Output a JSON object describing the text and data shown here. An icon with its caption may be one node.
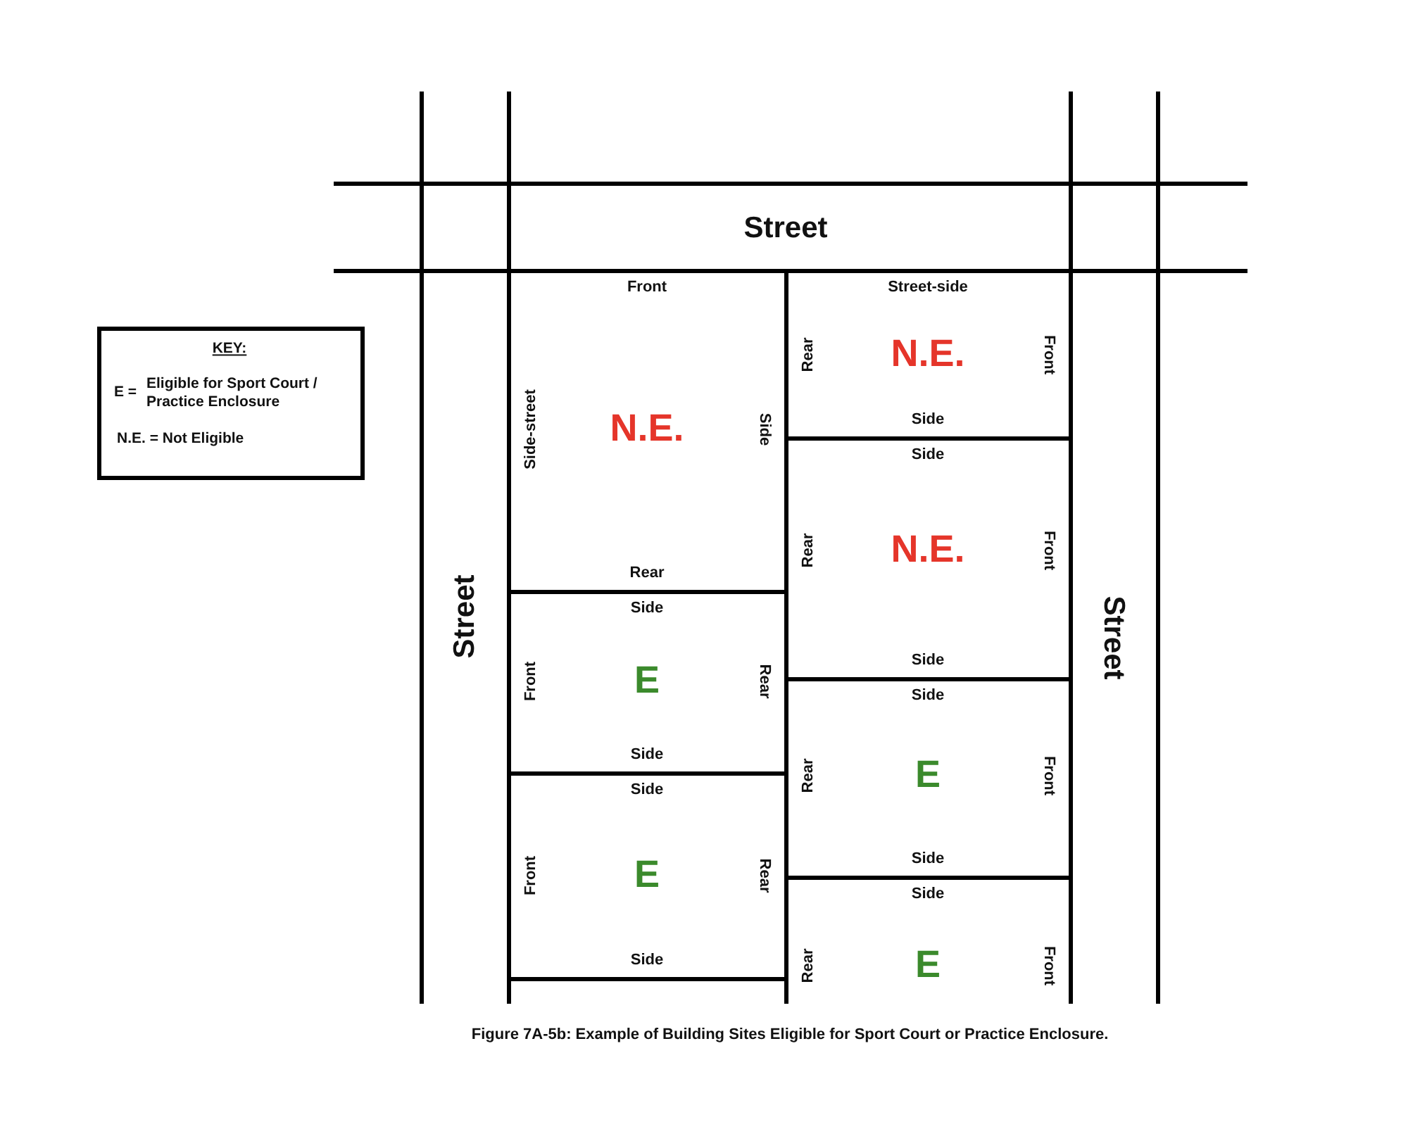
{
  "diagram": {
    "caption": "Figure 7A-5b: Example of Building Sites Eligible for Sport Court or Practice Enclosure.",
    "nodes": [
      {
        "text": [
          "Street"
        ]
      },
      {
        "text": [
          "KEY:",
          "E =",
          "Eligible for Sport Court / Practice Enclosure",
          "N.E. = Not Eligible"
        ]
      },
      {
        "text": [
          "Street"
        ]
      },
      {
        "text": [
          "Front",
          "Side-street",
          "N.E.",
          "Side",
          "Rear"
        ]
      },
      {
        "text": [
          "Side",
          "Front",
          "E",
          "Rear",
          "Side"
        ]
      },
      {
        "text": [
          "Side",
          "Front",
          "E",
          "Rear",
          "Side"
        ]
      },
      {
        "text": [
          "Street-side",
          "Rear",
          "N.E.",
          "Front",
          "Side"
        ]
      },
      {
        "text": [
          "Side",
          "Rear",
          "N.E.",
          "Front",
          "Side"
        ]
      },
      {
        "text": [
          "Side",
          "Rear",
          "E",
          "Front",
          "Side"
        ]
      },
      {
        "text": [
          "Side",
          "Rear",
          "E",
          "Front"
        ]
      },
      {
        "text": [
          "Street"
        ]
      }
    ]
  }
}
